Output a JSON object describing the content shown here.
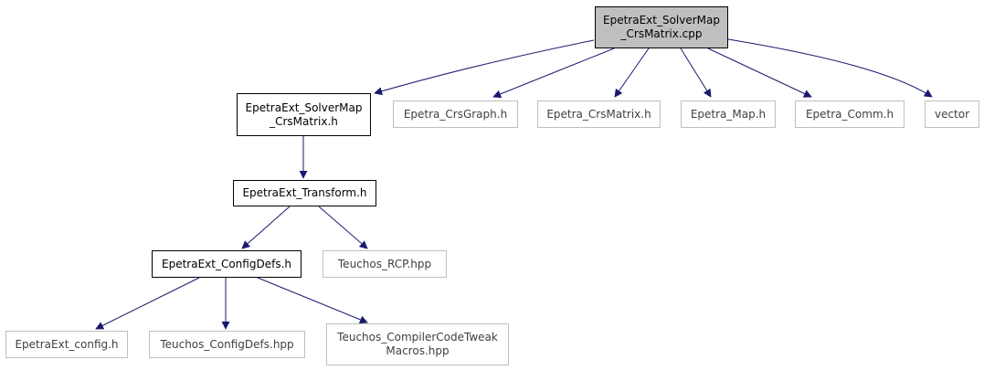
{
  "colors": {
    "edge": "#191970",
    "focus_fill": "#bfbfbf",
    "node_border": "#000000",
    "external_border": "#bfbfbf"
  },
  "nodes": {
    "solvermap_cpp": {
      "line1": "EpetraExt_SolverMap",
      "line2": "_CrsMatrix.cpp"
    },
    "solvermap_h": {
      "line1": "EpetraExt_SolverMap",
      "line2": "_CrsMatrix.h"
    },
    "crsgraph": {
      "line1": "Epetra_CrsGraph.h"
    },
    "crsmatrix": {
      "line1": "Epetra_CrsMatrix.h"
    },
    "map": {
      "line1": "Epetra_Map.h"
    },
    "comm": {
      "line1": "Epetra_Comm.h"
    },
    "vector": {
      "line1": "vector"
    },
    "transform": {
      "line1": "EpetraExt_Transform.h"
    },
    "configdefs": {
      "line1": "EpetraExt_ConfigDefs.h"
    },
    "teuchos_rcp": {
      "line1": "Teuchos_RCP.hpp"
    },
    "epetraext_config": {
      "line1": "EpetraExt_config.h"
    },
    "teuchos_configdefs": {
      "line1": "Teuchos_ConfigDefs.hpp"
    },
    "teuchos_compiler": {
      "line1": "Teuchos_CompilerCodeTweak",
      "line2": "Macros.hpp"
    }
  }
}
